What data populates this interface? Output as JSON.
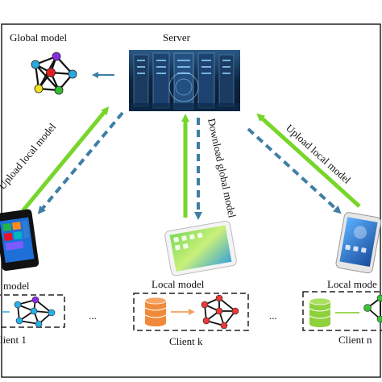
{
  "labels": {
    "global_model": "Global model",
    "server": "Server",
    "upload_left": "Upload local model",
    "download": "Download global model",
    "upload_right": "Upload local model",
    "local_model_left": "model",
    "local_model_center": "Local model",
    "local_model_right": "Local mode",
    "client_left": "lient 1",
    "client_center": "Client k",
    "client_right": "Client n",
    "ellipsis_left": "...",
    "ellipsis_right": "..."
  },
  "colors": {
    "upload_arrow": "#77d62a",
    "download_arrow": "#3e7fa3",
    "frame": "#222222",
    "database": "#f08a3a",
    "database_green": "#8ed13c"
  }
}
